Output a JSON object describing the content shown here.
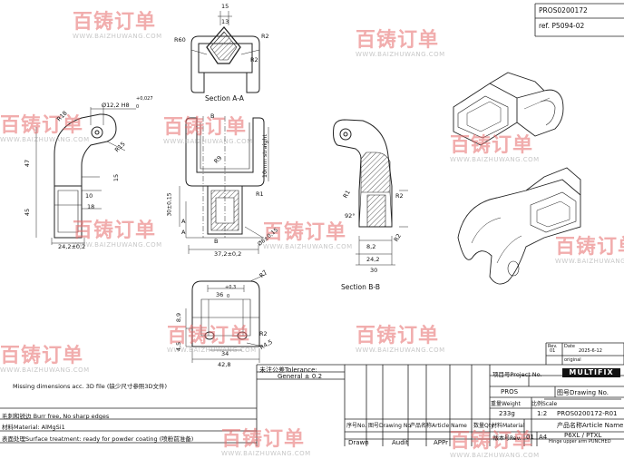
{
  "header": {
    "code": "PROS0200172",
    "ref": "ref. P5094-02"
  },
  "watermark": {
    "brand": "百铸订单",
    "url": "WWW.BAIZHUWANG.COM",
    "glyph": "3"
  },
  "views": {
    "section_aa": "Section A-A",
    "section_bb": "Section B-B",
    "dims_aa": [
      "15",
      "13",
      "R60",
      "R2",
      "R2"
    ],
    "dims_side": [
      "Ø12,2 H8",
      "+0,027",
      "0",
      "R18",
      "R15",
      "47",
      "15",
      "10",
      "18",
      "45",
      "24,2±0,2"
    ],
    "dims_front": [
      "B",
      "B",
      "R9",
      "10mm straight",
      "R1",
      "30±0,15",
      "A",
      "A",
      "Ø8±0,15",
      "37,2±0,2"
    ],
    "dims_bb": [
      "R1",
      "R2",
      "R2",
      "92°",
      "8,2",
      "24,2",
      "30"
    ],
    "dims_bottom": [
      "R7",
      "+0,3",
      "36",
      "0",
      "8,9",
      "R2",
      "R4,5",
      "34",
      "4,5",
      "42,8"
    ]
  },
  "notes": {
    "missing": "Missing dimensions acc. 3D file  (缺少尺寸参照3D文件)",
    "burr": "毛刺和锐边  Burr free, No sharp edges",
    "material": "材料Material: AlMgSi1",
    "surface": "表面处理Surface treatment: ready for powder coating  (喷粉前准备)"
  },
  "tolerance": {
    "label": "未注公差Tolerance:",
    "value": "General ± 0.2"
  },
  "title_block": {
    "rev_label": "Rev.",
    "rev": "01",
    "date_label": "Date",
    "date": "2025-6-12",
    "original": "original",
    "project_label": "项目号Project No.",
    "project": "PROS",
    "weight_label": "重量Weight",
    "weight": "233g",
    "scale_label": "比例Scale",
    "scale": "1:2",
    "drawing_label": "图号Drawing No.",
    "drawing": "PROS0200172-R01",
    "article_label": "产品名称Article Name",
    "article": "P6XL / PTXL",
    "article_sub": "Hinge upper arm PUNCHED",
    "logo": "MULTIFIX",
    "col_pos": "序号No.",
    "col_drawing": "图号Drawing No.",
    "col_article": "产品名称Article Name",
    "col_qty": "数量Qty",
    "col_mat": "材料Material",
    "drawn": "Drawn",
    "audit": "Audit",
    "appr": "APPr",
    "rev2_label": "版本号Rev.",
    "rev2": "01",
    "size": "A4"
  }
}
